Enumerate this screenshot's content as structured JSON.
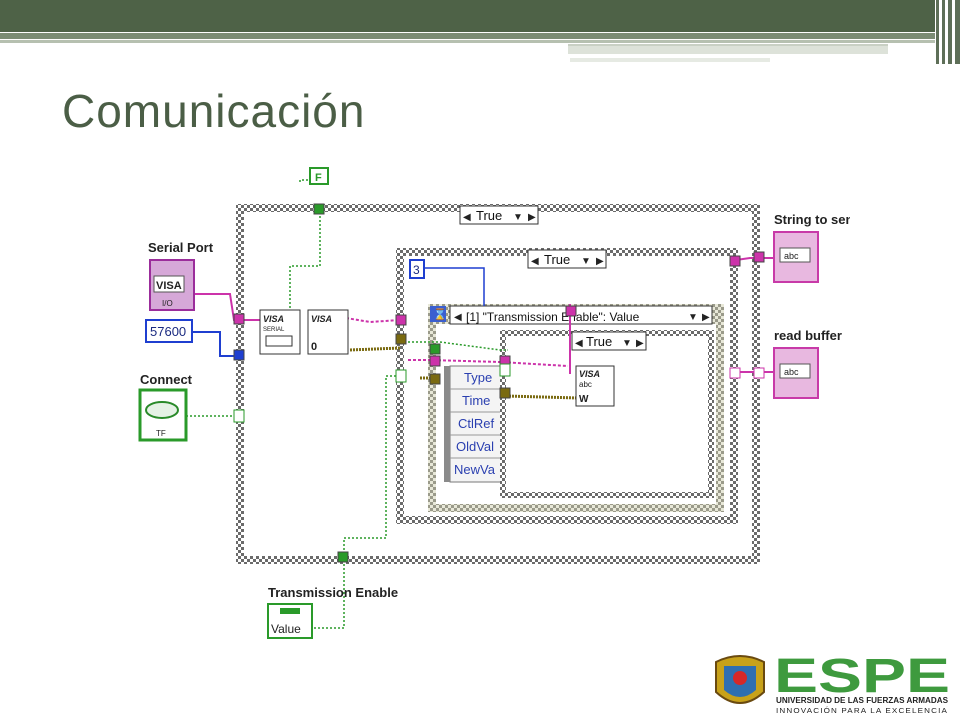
{
  "slide": {
    "title": "Comunicación"
  },
  "diagram": {
    "labels": {
      "serial_port": "Serial Port",
      "visa_ctl": "VISA",
      "io": "I/O",
      "baud": "57600",
      "connect": "Connect",
      "tf": "TF",
      "false_const": "F",
      "outer_case": "True",
      "inner_case": "True",
      "innermost_case": "True",
      "const_3": "3",
      "event_case": "[1] \"Transmission Enable\": Value",
      "string_to_send": "String to send",
      "read_buffer": "read buffer",
      "abc": "abc",
      "transmission_enable": "Transmission Enable",
      "value": "Value",
      "visa_serial": "VISA",
      "serial": "SERIAL",
      "visa_write": "VISA",
      "zero": "0",
      "visa_read": "VISA",
      "abc_small": "abc",
      "w_letter": "W",
      "question": "?",
      "event_data": [
        "Type",
        "Time",
        "CtlRef",
        "OldVal",
        "NewVa"
      ]
    }
  },
  "logo": {
    "name": "ESPE",
    "line1": "UNIVERSIDAD DE LAS FUERZAS ARMADAS",
    "line2": "INNOVACIÓN PARA LA EXCELENCIA"
  },
  "colors": {
    "header": "#4e6247",
    "title": "#4b5e46",
    "wire_pink": "#cc33aa",
    "wire_blue": "#1f3fd0",
    "wire_green": "#2a9a2a",
    "wire_olive": "#7a6a10",
    "logo_green": "#3e9a3e"
  }
}
